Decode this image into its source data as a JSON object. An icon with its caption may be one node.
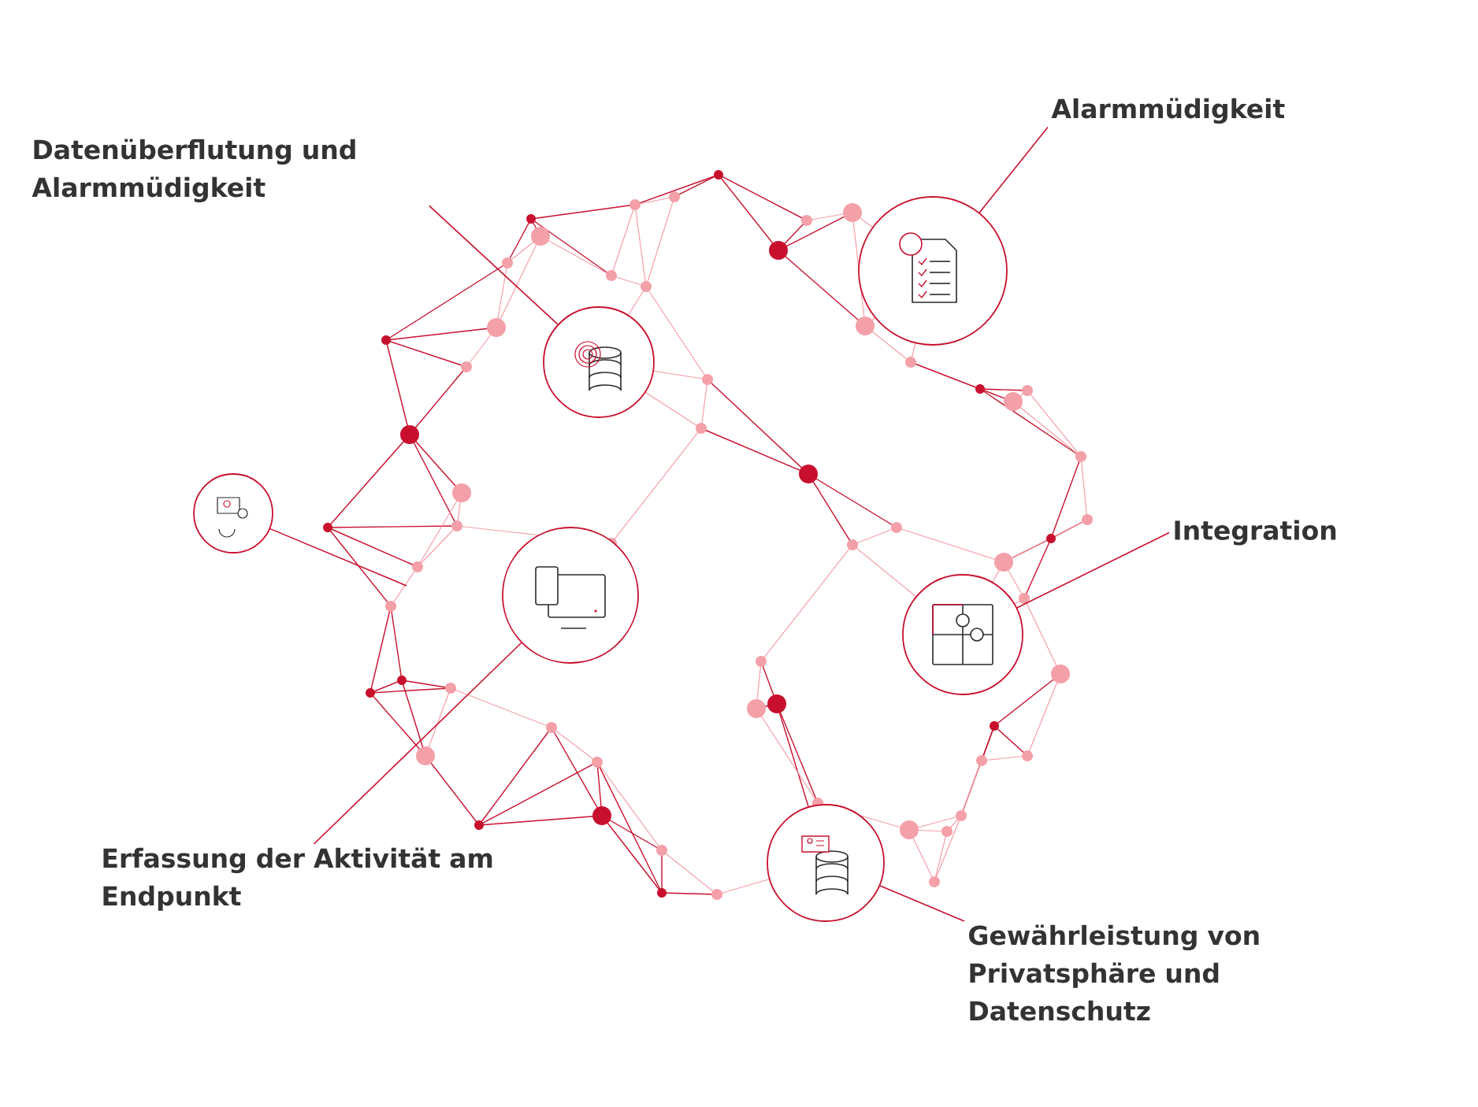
{
  "diagram": {
    "nodes": [
      {
        "text": [
          "Datenüberflutung und Alarmmüdigkeit"
        ]
      },
      {
        "text": [],
        "shape": "circle"
      },
      {
        "text": [
          "Alarmmüdigkeit"
        ]
      },
      {
        "text": [],
        "shape": "circle"
      },
      {
        "text": [
          "Integration"
        ]
      },
      {
        "text": [],
        "shape": "circle"
      },
      {
        "text": [
          "Erfassung der Aktivität am Endpunkt"
        ]
      },
      {
        "text": [],
        "shape": "circle"
      },
      {
        "text": [
          "Gewährleistung von Privatsphäre und Datenschutz"
        ]
      },
      {
        "text": [],
        "shape": "circle"
      },
      {
        "text": [],
        "shape": "circle"
      }
    ],
    "edges": [
      {
        "from": 0,
        "to": 1,
        "arrow": "none"
      },
      {
        "from": 2,
        "to": 3,
        "arrow": "none"
      },
      {
        "from": 4,
        "to": 5,
        "arrow": "none"
      },
      {
        "from": 6,
        "to": 7,
        "arrow": "none"
      },
      {
        "from": 8,
        "to": 9,
        "arrow": "none"
      },
      {
        "from": 10,
        "to": null,
        "arrow": "none"
      }
    ]
  }
}
